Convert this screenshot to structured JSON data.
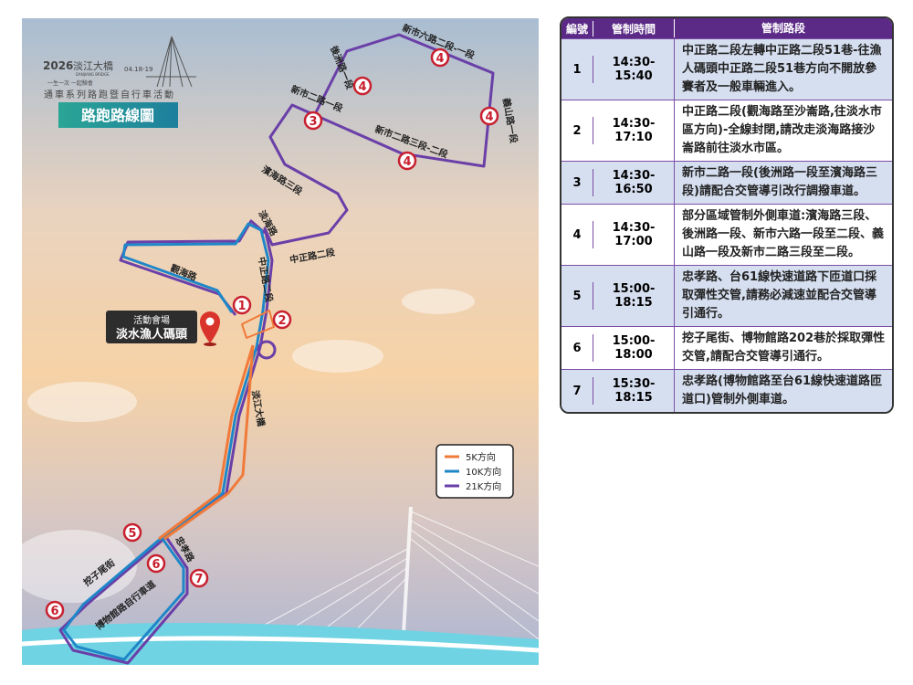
{
  "map": {
    "event_year": "2026",
    "event_name_logo": "淡江大橋",
    "bridge_en": "DANJIANG BRIDGE",
    "event_dates": "04.18-19",
    "slogan": "一生一次 一起騎會",
    "event_subtitle": "通車系列路跑暨自行車活動",
    "map_title": "路跑路線圖",
    "venue_caption": "活動會場",
    "venue_name": "淡水漁人碼頭",
    "road_labels": [
      "新市六路二段-一段",
      "後洲路一段",
      "新市二路一段",
      "義山路一段",
      "新市二路三段-二段",
      "濱海路三段",
      "淡海路",
      "中正路二段",
      "中正路二段",
      "觀海路",
      "淡江大橋",
      "忠孝路",
      "挖子尾街",
      "博物館路自行車道"
    ],
    "markers": [
      "1",
      "2",
      "3",
      "4",
      "4",
      "4",
      "4",
      "5",
      "6",
      "6",
      "7"
    ],
    "legend": [
      {
        "label": "5K方向",
        "color": "#f07a3a"
      },
      {
        "label": "10K方向",
        "color": "#1f87c8"
      },
      {
        "label": "21K方向",
        "color": "#6a3fa8"
      }
    ],
    "marker_color": "#c8202f"
  },
  "table": {
    "headers": [
      "編號",
      "管制時間",
      "管制路段"
    ],
    "rows": [
      {
        "no": "1",
        "time": "14:30-15:40",
        "section": "中正路二段左轉中正路二段51巷-往漁人碼頭中正路二段51巷方向不開放參賽者及一般車輛進入。"
      },
      {
        "no": "2",
        "time": "14:30-17:10",
        "section": "中正路二段(觀海路至沙崙路,往淡水市區方向)-全線封閉,請改走淡海路接沙崙路前往淡水市區。"
      },
      {
        "no": "3",
        "time": "14:30-16:50",
        "section": "新市二路一段(後洲路一段至濱海路三段)請配合交管導引改行調撥車道。"
      },
      {
        "no": "4",
        "time": "14:30-17:00",
        "section": "部分區域管制外側車道:濱海路三段、後洲路一段、新市六路一段至二段、義山路一段及新市二路三段至二段。"
      },
      {
        "no": "5",
        "time": "15:00-18:15",
        "section": "忠孝路、台61線快速道路下匝道口採取彈性交管,請務必減速並配合交管導引通行。"
      },
      {
        "no": "6",
        "time": "15:00-18:00",
        "section": "挖子尾街、博物館路202巷於採取彈性交管,請配合交管導引通行。"
      },
      {
        "no": "7",
        "time": "15:30-18:15",
        "section": "忠孝路(博物館路至台61線快速道路匝道口)管制外側車道。"
      }
    ]
  }
}
